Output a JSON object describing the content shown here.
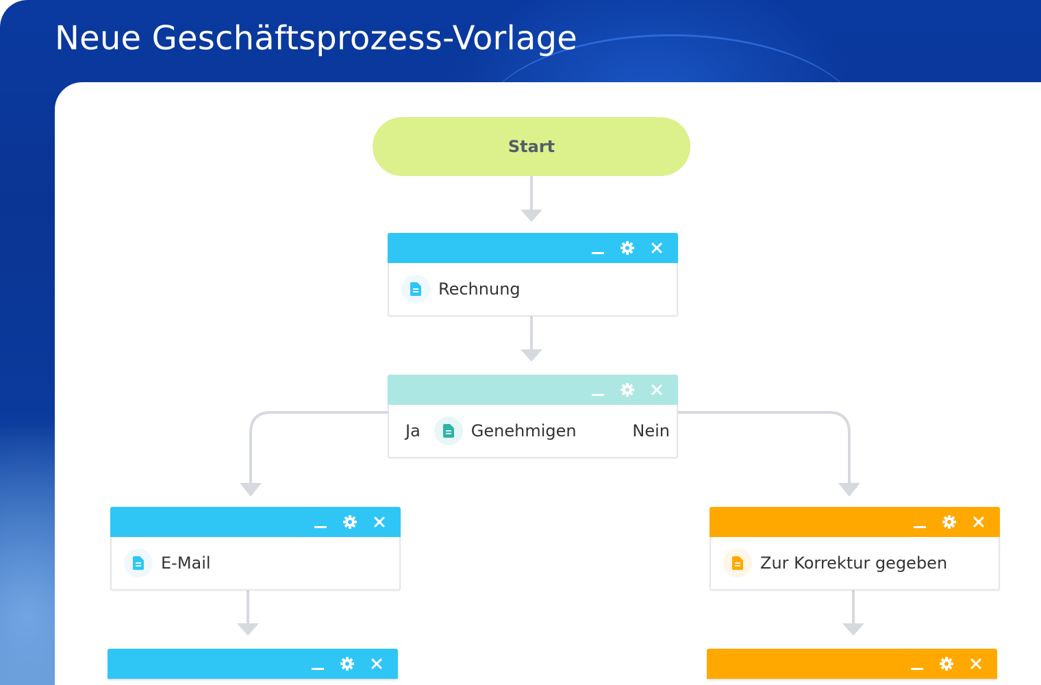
{
  "page": {
    "title": "Neue Geschäftsprozess-Vorlage"
  },
  "colors": {
    "blue": "#2fc6f6",
    "teal": "#ade7e4",
    "orange": "#ffa900",
    "start": "#dcf08b",
    "connector": "#d6d9de"
  },
  "flow": {
    "start_label": "Start",
    "nodes": [
      {
        "id": "rechnung",
        "label": "Rechnung",
        "color": "blue",
        "icon": "document-icon"
      },
      {
        "id": "genehmigen",
        "label": "Genehmigen",
        "color": "teal",
        "icon": "document-icon",
        "branch_yes": "Ja",
        "branch_no": "Nein"
      },
      {
        "id": "email",
        "label": "E-Mail",
        "color": "blue",
        "icon": "document-icon"
      },
      {
        "id": "korrektur",
        "label": "Zur Korrektur gegeben",
        "color": "orange",
        "icon": "document-icon"
      },
      {
        "id": "next-left",
        "label": "",
        "color": "blue"
      },
      {
        "id": "next-right",
        "label": "",
        "color": "orange"
      }
    ],
    "node_actions": [
      "minimize-icon",
      "gear-icon",
      "close-icon"
    ]
  }
}
